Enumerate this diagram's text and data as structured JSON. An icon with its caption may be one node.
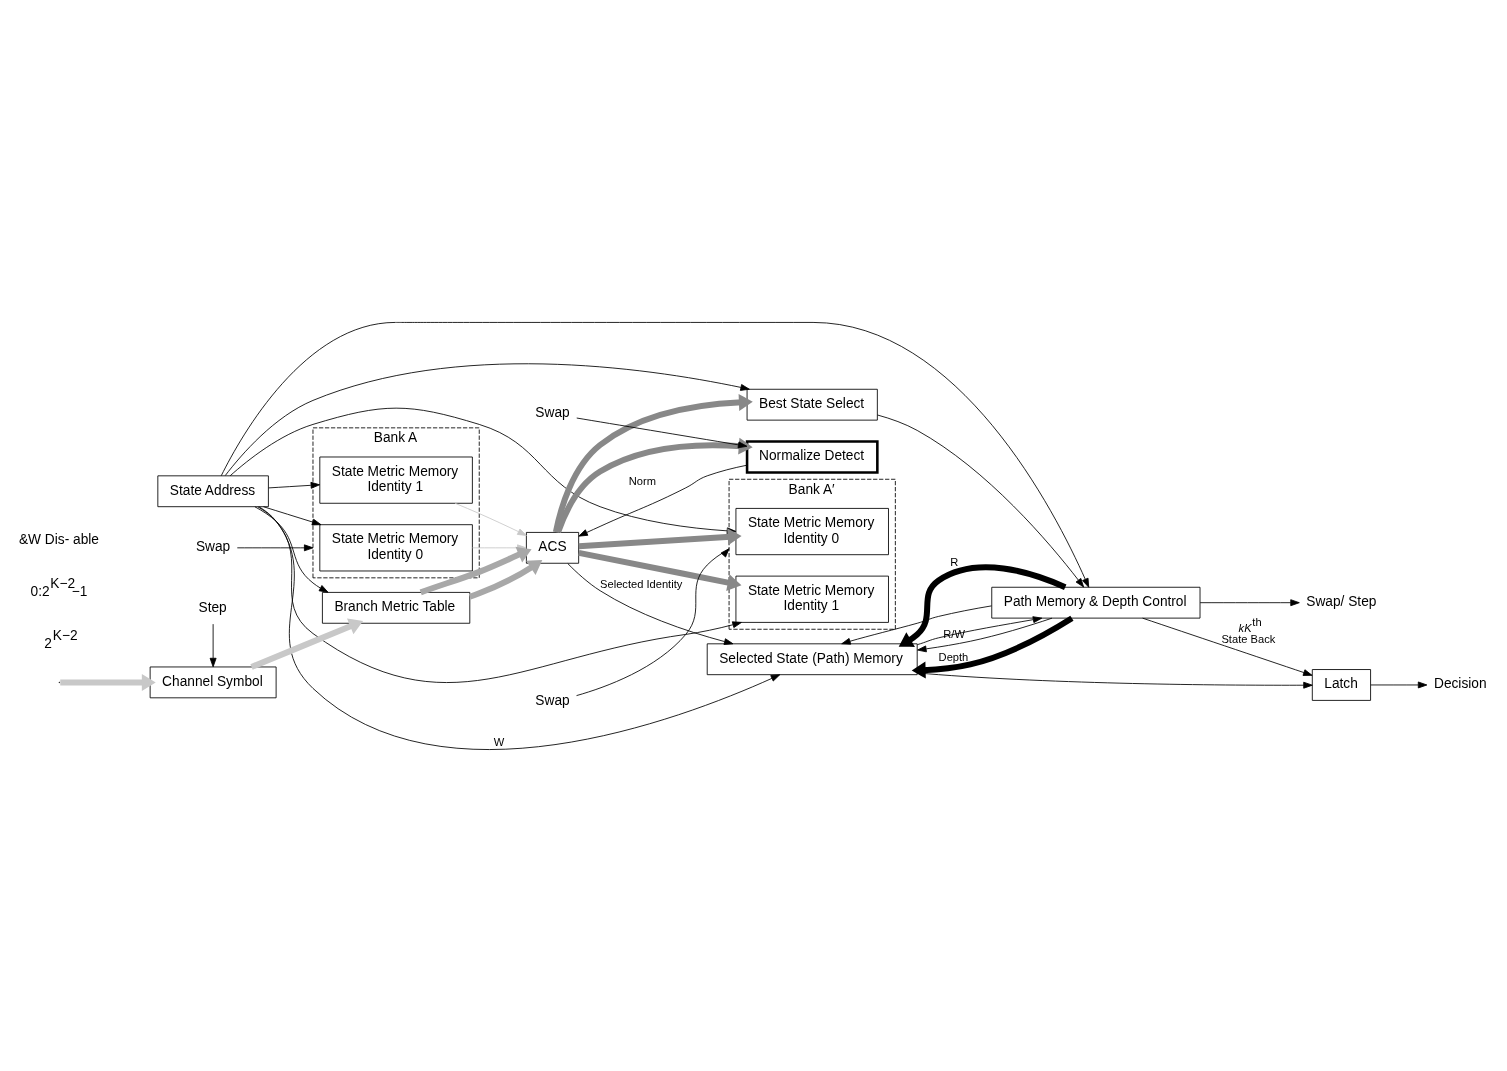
{
  "diagram": {
    "nodes": [
      {
        "text": [
          "Bank A"
        ]
      },
      {
        "text": [
          "State Metric Memory",
          "Identity 0"
        ],
        "in": 0
      },
      {
        "text": [
          "State Metric Memory",
          "Identity 1"
        ],
        "in": 0
      },
      {
        "text": [
          "State Address"
        ]
      },
      {
        "text": [
          "ACS"
        ]
      },
      {
        "text": [
          "Branch Metric Table"
        ]
      },
      {
        "text": [
          "Channel Symbol"
        ]
      },
      {
        "text": [
          "Normalize Detect"
        ]
      },
      {
        "text": [
          "Bank A′"
        ]
      },
      {
        "text": [
          "State Metric Memory",
          "Identity 0"
        ],
        "in": 8
      },
      {
        "text": [
          "State Metric Memory",
          "Identity 1"
        ],
        "in": 8
      },
      {
        "text": [
          "Selected State (Path) Memory"
        ]
      },
      {
        "text": [
          "Best State Select"
        ]
      },
      {
        "text": [
          "Path Memory & Depth Control"
        ]
      },
      {
        "text": [
          "Latch"
        ]
      },
      {
        "text": [
          "Swap"
        ]
      },
      {
        "text": [
          "Swap"
        ]
      },
      {
        "text": [
          "Step"
        ]
      },
      {
        "text": [
          "Swap"
        ]
      },
      {
        "text": [
          "Decision"
        ]
      },
      {
        "text": [
          "Swap/ Step"
        ]
      }
    ],
    "edges": [
      {
        "from": 15,
        "to": 0,
        "arrow": "to"
      },
      {
        "from": 16,
        "to": 8,
        "arrow": "to"
      },
      {
        "from": 3,
        "to": 1,
        "arrow": "to"
      },
      {
        "from": 3,
        "to": 2,
        "arrow": "to"
      },
      {
        "from": 3,
        "to": 5,
        "arrow": "to"
      },
      {
        "from": 3,
        "to": 9,
        "arrow": "to"
      },
      {
        "from": 3,
        "to": 10,
        "arrow": "to"
      },
      {
        "from": 3,
        "to": 12,
        "arrow": "to"
      },
      {
        "from": 3,
        "to": 13,
        "arrow": "to"
      },
      {
        "from": 3,
        "to": 11,
        "label": "W",
        "arrow": "to"
      },
      {
        "from": 1,
        "to": 4,
        "arrow": "to",
        "color": "#c8c8c8"
      },
      {
        "from": 2,
        "to": 4,
        "arrow": "to",
        "color": "#c8c8c8"
      },
      {
        "from": 5,
        "to": 4,
        "arrow": "to",
        "style": "thick",
        "color": "#a8a8a8"
      },
      {
        "from": 5,
        "to": 4,
        "arrow": "to",
        "style": "thick",
        "color": "#a8a8a8"
      },
      {
        "from": 4,
        "to": 9,
        "arrow": "to",
        "style": "thick",
        "color": "#888888"
      },
      {
        "from": 4,
        "to": 10,
        "arrow": "to",
        "style": "thick",
        "color": "#888888"
      },
      {
        "from": 4,
        "to": 12,
        "arrow": "to",
        "style": "thick",
        "color": "#888888"
      },
      {
        "from": 4,
        "to": 7,
        "arrow": "to",
        "style": "thick",
        "color": "#888888"
      },
      {
        "from": null,
        "to": 6,
        "arrow": "to",
        "style": "thick",
        "color": "#c8c8c8"
      },
      {
        "from": 6,
        "to": 5,
        "arrow": "to",
        "style": "thick",
        "color": "#c8c8c8"
      },
      {
        "from": 17,
        "to": 6,
        "arrow": "to"
      },
      {
        "from": 18,
        "to": 7,
        "arrow": "to"
      },
      {
        "from": 7,
        "to": 4,
        "label": "Norm",
        "arrow": "to"
      },
      {
        "from": 4,
        "to": 11,
        "label": "Selected Identity",
        "arrow": "to"
      },
      {
        "from": 12,
        "to": 13,
        "arrow": "to"
      },
      {
        "from": 13,
        "to": 11,
        "label": "R/W",
        "arrow": "to"
      },
      {
        "from": 13,
        "to": 11,
        "label": "Depth",
        "arrow": "to",
        "style": "thick"
      },
      {
        "from": 13,
        "to": 11,
        "arrow": "to"
      },
      {
        "from": 13,
        "to": 11,
        "label": "R",
        "arrow": "to",
        "style": "thick"
      },
      {
        "from": 11,
        "to": 14,
        "arrow": "to"
      },
      {
        "from": 11,
        "to": 13,
        "arrow": "to"
      },
      {
        "from": 14,
        "to": 19,
        "arrow": "to"
      },
      {
        "from": 13,
        "to": 14,
        "label": "*kK*$^{th}$ State Back",
        "arrow": "to"
      },
      {
        "from": 13,
        "to": 20,
        "arrow": "to"
      }
    ],
    "labels": [
      "2$^{K−2}$",
      "0:2$^{K−2}$−1",
      "&W Dis- able"
    ]
  }
}
